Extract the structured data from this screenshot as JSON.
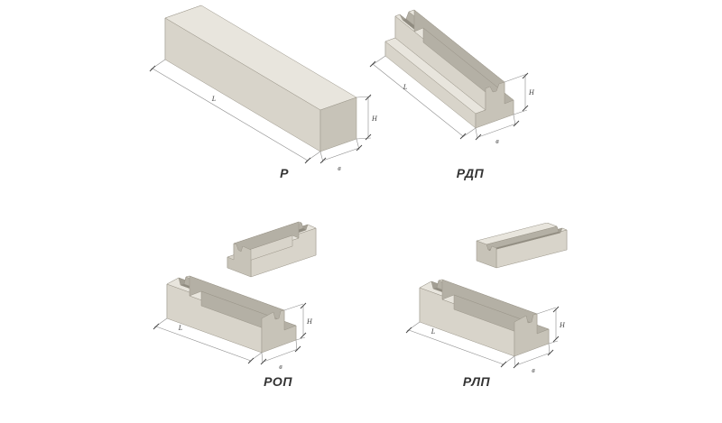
{
  "page": {
    "background": "#ffffff"
  },
  "colors": {
    "face_top": "#e8e5dd",
    "face_side": "#d8d4ca",
    "face_end": "#c7c3b8",
    "face_shelf": "#eeebe4",
    "face_shadow": "#b4b0a5",
    "face_dark": "#a39f94",
    "face_darker": "#8f8b80",
    "outline": "#999488",
    "dim_line": "#8c8c8c",
    "dim_text": "#444444",
    "caption_text": "#333333"
  },
  "figures": [
    {
      "id": "r",
      "label": "Р",
      "dims": {
        "length": "L",
        "height": "H",
        "width": "в"
      }
    },
    {
      "id": "rdp",
      "label": "РДП",
      "dims": {
        "length": "L",
        "height": "H",
        "width": "в"
      }
    },
    {
      "id": "rop",
      "label": "РОП",
      "dims": {
        "length": "L",
        "height": "H",
        "width": "в"
      }
    },
    {
      "id": "rlp",
      "label": "РЛП",
      "dims": {
        "length": "L",
        "height": "H",
        "width": "в"
      }
    }
  ]
}
